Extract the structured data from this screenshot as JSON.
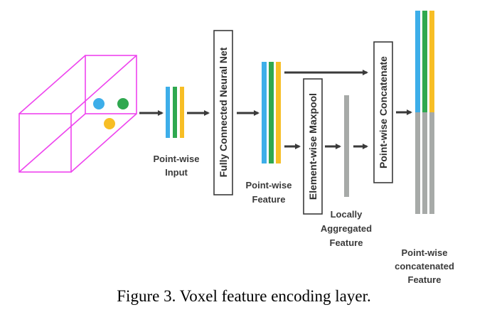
{
  "figure": {
    "caption": "Figure 3. Voxel feature encoding layer.",
    "colors": {
      "voxel": "#ee44ee",
      "blue": "#3daee9",
      "green": "#2fa84f",
      "yellow": "#f7be25",
      "gray": "#a7aaa8",
      "arrow": "#3a3a3a",
      "box": "#3a3a3a"
    },
    "nodes": {
      "voxel": {
        "label": ""
      },
      "pointwise_input": {
        "label_line1": "Point-wise",
        "label_line2": "Input"
      },
      "fcn": {
        "label": "Fully Connected Neural Net"
      },
      "pointwise_feature": {
        "label_line1": "Point-wise",
        "label_line2": "Feature"
      },
      "maxpool": {
        "label": "Element-wise Maxpool"
      },
      "local_agg": {
        "label_line1": "Locally",
        "label_line2": "Aggregated",
        "label_line3": "Feature"
      },
      "concat": {
        "label": "Point-wise Concatenate"
      },
      "concat_feature": {
        "label_line1": "Point-wise",
        "label_line2": "concatenated",
        "label_line3": "Feature"
      }
    }
  }
}
